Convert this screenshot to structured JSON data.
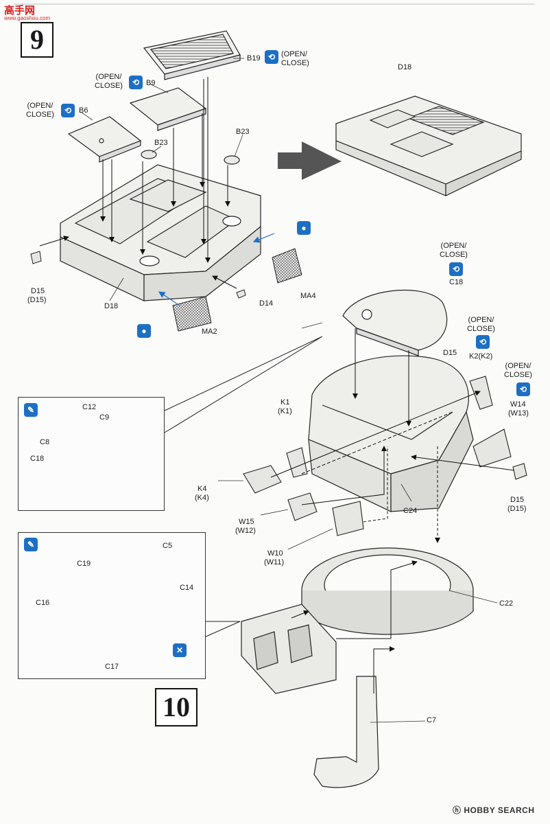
{
  "watermark": {
    "logo_text": "高手网",
    "url": "www.gaoshou.com"
  },
  "steps": {
    "step9": "9",
    "step10": "10"
  },
  "labels": {
    "b19": "B19",
    "b9": "B9",
    "b6": "B6",
    "b23a": "B23",
    "b23b": "B23",
    "open_close": "(OPEN/\nCLOSE)",
    "d18_top": "D18",
    "d18_left": "D18",
    "d15_left": "D15",
    "d15_left_alt": "(D15)",
    "d14": "D14",
    "ma4": "MA4",
    "ma2": "MA2",
    "c18_top": "C18",
    "d15_turret": "D15",
    "k2": "K2(K2)",
    "w14": "W14",
    "w14_alt": "(W13)",
    "k1": "K1",
    "k1_alt": "(K1)",
    "k4": "K4",
    "k4_alt": "(K4)",
    "w15": "W15",
    "w15_alt": "(W12)",
    "w10": "W10",
    "w10_alt": "(W11)",
    "c24": "C24",
    "d15_right": "D15",
    "d15_right_alt": "(D15)",
    "c22": "C22",
    "c7": "C7",
    "c12": "C12",
    "c9": "C9",
    "c8": "C8",
    "c18_inset": "C18",
    "c5": "C5",
    "c19": "C19",
    "c14": "C14",
    "c16": "C16",
    "c17": "C17"
  },
  "icons": {
    "open_close_icon": "rotate-arrows-icon",
    "paint_icon": "paint-drop-icon",
    "glue_icon": "glue-brush-icon",
    "no_glue_icon": "no-glue-icon"
  },
  "footer": {
    "brand": "HOBBY SEARCH",
    "brand_prefix": "ⓗ"
  },
  "colors": {
    "accent": "#1d6fc4",
    "line": "#222222",
    "part": "#e9e9e6"
  }
}
